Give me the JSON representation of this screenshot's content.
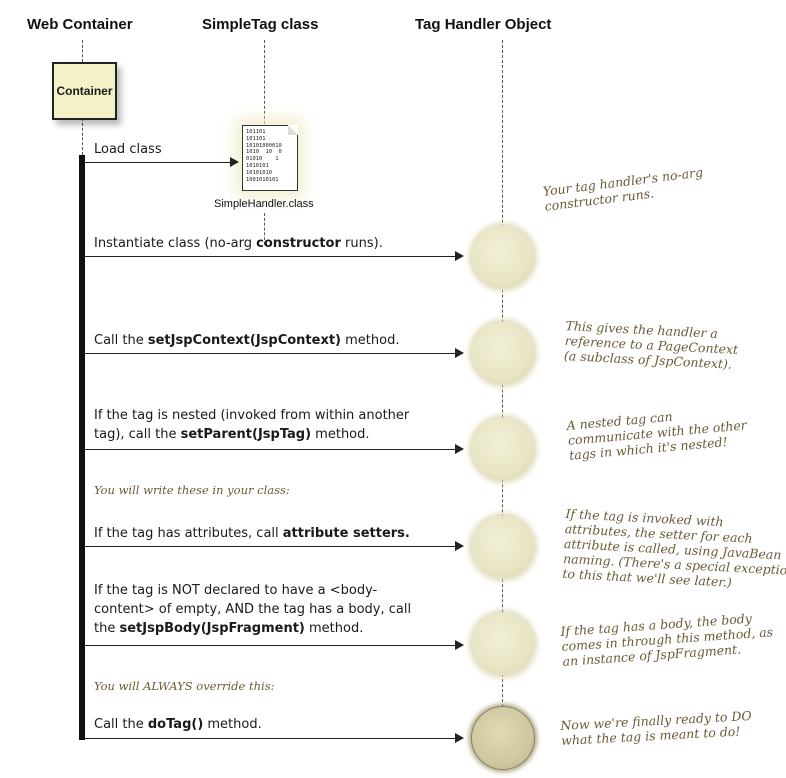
{
  "headers": {
    "web_container": "Web Container",
    "simpletag_class": "SimpleTag class",
    "tag_handler_object": "Tag Handler Object"
  },
  "container_label": "Container",
  "file": {
    "binary_lines": [
      "101101",
      "101101",
      "10101000010",
      "1010  10  0",
      "01010    1",
      "1010101",
      "10101010",
      "1001010101"
    ],
    "label": "SimpleHandler.class"
  },
  "steps": [
    {
      "plain": "Load class"
    },
    {
      "before": "Instantiate class (no-arg ",
      "bold": "constructor",
      "after": " runs)."
    },
    {
      "before": "Call the ",
      "bold": "setJspContext(JspContext)",
      "after": " method."
    },
    {
      "line1": "If the tag is nested (invoked from within another",
      "before": "tag), call the ",
      "bold": "setParent(JspTag)",
      "after": " method."
    },
    {
      "before": "If the tag has attributes, call ",
      "bold": "attribute setters.",
      "after": ""
    },
    {
      "line1": "If the tag is NOT declared to have a <body-",
      "line2": "content> of empty, AND the tag has a body, call",
      "before": "the ",
      "bold": "setJspBody(JspFragment)",
      "after": " method."
    },
    {
      "before": "Call the ",
      "bold": "doTag()",
      "after": " method."
    }
  ],
  "margin_notes": {
    "write_these": "You will write these in your class:",
    "always_override": "You will ALWAYS override this:"
  },
  "notes": [
    [
      "Your tag handler's no-arg",
      "constructor runs."
    ],
    [
      "This gives the handler a",
      "reference to a PageContext",
      "(a subclass of JspContext)."
    ],
    [
      "A nested tag can",
      "communicate with the other",
      "tags in which it's nested!"
    ],
    [
      "If the tag is invoked with",
      "attributes, the setter for each",
      "attribute is called, using JavaBean",
      "naming. (There's a special exceptio",
      "to this that we'll see later.)"
    ],
    [
      "If the tag has a body, the body",
      "comes in through this method, as",
      "an instance of JspFragment."
    ],
    [
      "Now we're finally ready to DO",
      "what the tag is meant to do!"
    ]
  ]
}
